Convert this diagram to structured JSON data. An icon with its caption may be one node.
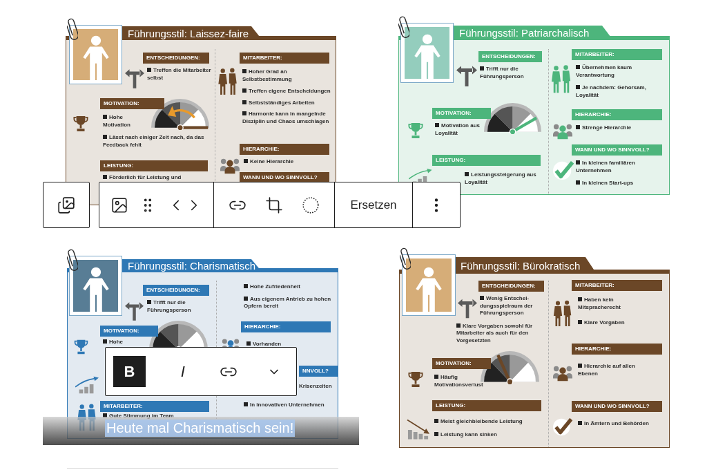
{
  "diagram": {
    "nodes": [
      {
        "text": [
          "Führungsstil: **Laissez-faire**"
        ]
      },
      {
        "text": [
          "ENTSCHEIDUNGEN:",
          "Treffen die Mitarbeiter selbst"
        ],
        "in": 0
      },
      {
        "text": [
          "MOTIVATION:",
          "Hohe Motivation",
          "Lässt nach einiger Zeit nach, da das Feedback fehlt"
        ],
        "in": 0
      },
      {
        "text": [
          "LEISTUNG:",
          "Förderlich für Leistung und"
        ],
        "in": 0
      },
      {
        "text": [
          "MITARBEITER:",
          "Hoher Grad an Selbstbestimmung",
          "Treffen eigene Entscheidungen",
          "Selbstständiges Arbeiten",
          "Harmonie kann in mangelnde Disziplin und Chaos umschlagen"
        ],
        "in": 0
      },
      {
        "text": [
          "HIERARCHIE:",
          "Keine Hierarchie"
        ],
        "in": 0
      },
      {
        "text": [
          "WANN UND WO SINNVOLL?"
        ],
        "in": 0
      },
      {
        "text": [
          "Führungsstil: **Patriarchalisch**"
        ]
      },
      {
        "text": [
          "ENTSCHEIDUNGEN:",
          "Trifft nur die Führungsperson"
        ],
        "in": 7
      },
      {
        "text": [
          "MOTIVATION:",
          "Motivation aus Loyalität"
        ],
        "in": 7
      },
      {
        "text": [
          "LEISTUNG:",
          "Leistungssteigerung aus Loyalität"
        ],
        "in": 7
      },
      {
        "text": [
          "MITARBEITER:",
          "Übernehmen kaum Verantwortung",
          "Je nachdem: Gehorsam, Loyalität"
        ],
        "in": 7
      },
      {
        "text": [
          "HIERARCHIE:",
          "Strenge Hierarchie"
        ],
        "in": 7
      },
      {
        "text": [
          "WANN UND WO SINNVOLL?",
          "In kleinen familiären Unternehmen",
          "In kleinen Start-ups"
        ],
        "in": 7
      },
      {
        "text": [
          "Führungsstil: **Charismatisch**"
        ]
      },
      {
        "text": [
          "ENTSCHEIDUNGEN:",
          "Trifft nur die Führungsperson"
        ],
        "in": 14
      },
      {
        "text": [
          "MOTIVATION:",
          "Hohe"
        ],
        "in": 14
      },
      {
        "text": [
          "MITARBEITER:",
          "Gute Stimmung im Team"
        ],
        "in": 14
      },
      {
        "text": [
          "Hohe Zufriedenheit",
          "Aus eigenem Antrieb zu hohen Opfern bereit"
        ],
        "in": 14
      },
      {
        "text": [
          "HIERARCHIE:",
          "Vorhanden"
        ],
        "in": 14
      },
      {
        "text": [
          "NNVOLL?",
          "Krisenzeiten"
        ],
        "in": 14
      },
      {
        "text": [
          "In innovativen Unternehmen"
        ],
        "in": 14
      },
      {
        "text": [
          "Führungsstil: **Bürokratisch**"
        ]
      },
      {
        "text": [
          "ENTSCHEIDUNGEN:",
          "Wenig Entschei-dungsspielraum der Führungsperson",
          "Klare Vorgaben sowohl für Mitarbeiter als auch für den Vorgesetzten"
        ],
        "in": 22
      },
      {
        "text": [
          "MOTIVATION:",
          "Häufig Motivationsverlust"
        ],
        "in": 22
      },
      {
        "text": [
          "LEISTUNG:",
          "Meist gleichbleibende Leistung",
          "Leistung kann sinken"
        ],
        "in": 22
      },
      {
        "text": [
          "MITARBEITER:",
          "Haben kein Mitspracherecht",
          "Klare Vorgaben"
        ],
        "in": 22
      },
      {
        "text": [
          "HIERARCHIE:",
          "Hierarchie auf allen Ebenen"
        ],
        "in": 22
      },
      {
        "text": [
          "WANN UND WO SINNVOLL?",
          "In Ämtern und Behörden"
        ],
        "in": 22
      }
    ],
    "labels": [
      "Ersetzen",
      "B",
      "I",
      "Heute mal Charismatisch sein!"
    ]
  }
}
